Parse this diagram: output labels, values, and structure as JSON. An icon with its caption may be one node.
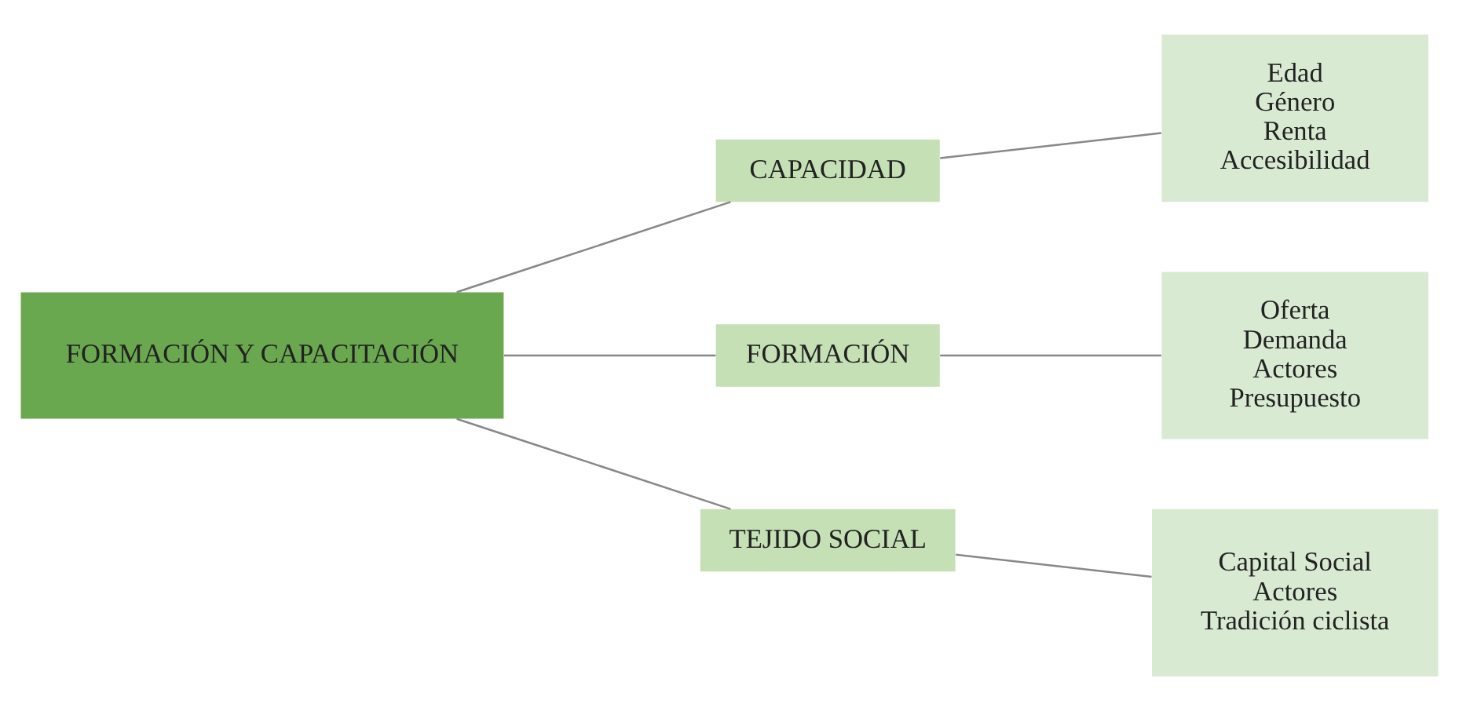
{
  "diagram": {
    "nodes": [
      {
        "text": [
          "FORMACIÓN Y CAPACITACIÓN"
        ]
      },
      {
        "text": [
          "CAPACIDAD"
        ]
      },
      {
        "text": [
          "FORMACIÓN"
        ]
      },
      {
        "text": [
          "TEJIDO SOCIAL"
        ]
      },
      {
        "text": [
          "Edad",
          "Género",
          "Renta",
          "Accesibilidad"
        ]
      },
      {
        "text": [
          "Oferta",
          "Demanda",
          "Actores",
          "Presupuesto"
        ]
      },
      {
        "text": [
          "Capital Social",
          "Actores",
          "Tradición ciclista"
        ]
      }
    ],
    "edges": [
      {
        "from": 0,
        "to": 1,
        "arrow": "none"
      },
      {
        "from": 0,
        "to": 2,
        "arrow": "none"
      },
      {
        "from": 0,
        "to": 3,
        "arrow": "none"
      },
      {
        "from": 1,
        "to": 4,
        "arrow": "none"
      },
      {
        "from": 2,
        "to": 5,
        "arrow": "none"
      },
      {
        "from": 3,
        "to": 6,
        "arrow": "none"
      }
    ]
  }
}
